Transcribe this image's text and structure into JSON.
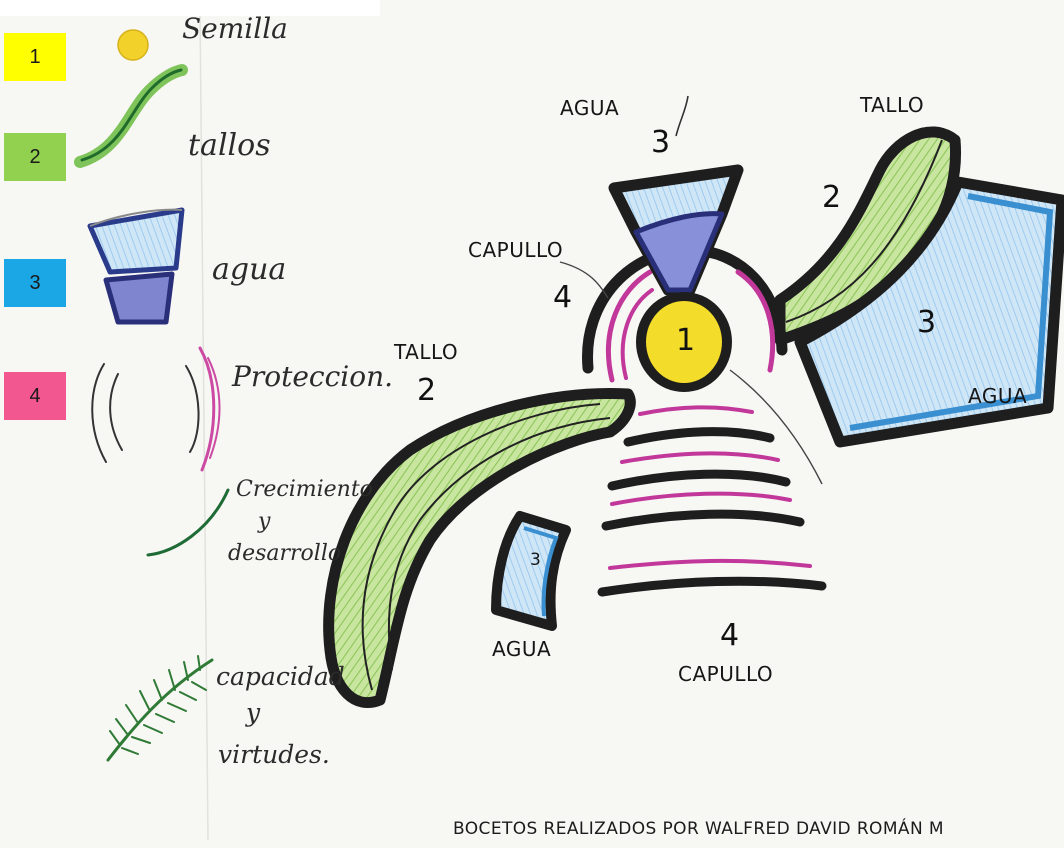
{
  "legend": [
    {
      "number": "1",
      "color": "#ffff00",
      "text": "Semilla"
    },
    {
      "number": "2",
      "color": "#92d050",
      "text": "tallos"
    },
    {
      "number": "3",
      "color": "#1ba7e6",
      "text": "agua"
    },
    {
      "number": "4",
      "color": "#f2578f",
      "text": "Proteccion."
    }
  ],
  "notes": {
    "growth": [
      "Crecimiento",
      "y",
      "desarrollo"
    ],
    "capacity": [
      "capacidad",
      "y",
      "virtudes."
    ]
  },
  "labels": {
    "agua_top": "AGUA",
    "tallo_top": "TALLO",
    "capullo_left": "CAPULLO",
    "tallo_left": "TALLO",
    "agua_right": "AGUA",
    "agua_bottom": "AGUA",
    "capullo_bottom": "CAPULLO"
  },
  "numbers": {
    "seed": "1",
    "stem_right": "2",
    "stem_left": "2",
    "water_top": "3",
    "water_right": "3",
    "water_small": "3",
    "bud_left": "4",
    "bud_bottom": "4"
  },
  "credit": "BOCETOS REALIZADOS POR WALFRED DAVID ROMÁN M",
  "colors": {
    "seed_yellow": "#f4dc2a",
    "stem_green": "#b7db7c",
    "water_blue": "#a9d3f0",
    "water_dark": "#5a6fc6",
    "protection_pink": "#c2389a",
    "outline": "#1e1e1e"
  }
}
